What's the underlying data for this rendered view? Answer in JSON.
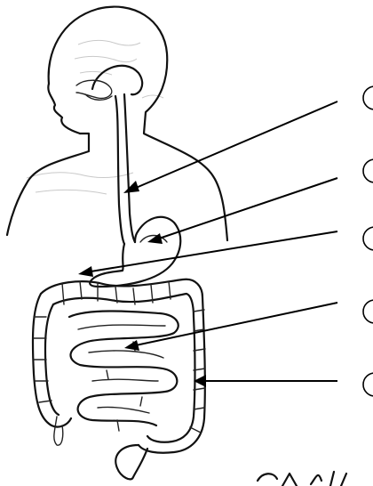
{
  "figure": {
    "labels": [
      {
        "id": "1",
        "text": ""
      },
      {
        "id": "2",
        "text": ""
      },
      {
        "id": "3",
        "text": ""
      },
      {
        "id": "4",
        "text": ""
      },
      {
        "id": "5",
        "text": ""
      }
    ]
  },
  "colors": {
    "ink": "#111111",
    "background": "#ffffff"
  },
  "icons": {
    "watermark": "signature-watermark"
  }
}
